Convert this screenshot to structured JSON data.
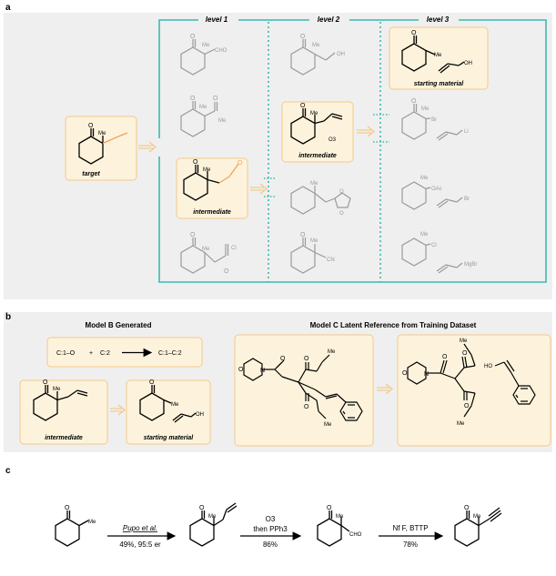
{
  "panel_a": {
    "letter": "a",
    "levels": [
      "level 1",
      "level 2",
      "level 3"
    ],
    "target_label": "target",
    "intermediate_label": "intermediate",
    "o3": "O3",
    "starting_material_label": "starting material",
    "atoms": {
      "O": "O",
      "Me": "Me",
      "CHO": "CHO",
      "OH": "OH",
      "Br": "Br",
      "Li": "Li",
      "OAc": "OAc",
      "Cl": "Cl",
      "CN": "CN",
      "MgBr": "MgBr"
    }
  },
  "panel_b": {
    "letter": "b",
    "title_left": "Model B Generated",
    "title_right": "Model C Latent Reference from Training Dataset",
    "formula": {
      "c1o": "C:1–O",
      "plus": "+",
      "c2": "C:2",
      "c1c2": "C:1–C:2"
    },
    "intermediate_label": "intermediate",
    "starting_material_label": "starting material",
    "atoms": {
      "O": "O",
      "N": "N",
      "Me": "Me",
      "HO": "HO",
      "OH": "OH"
    }
  },
  "panel_c": {
    "letter": "c",
    "step1": {
      "reagent": "Pupo et al.",
      "conditions": "49%, 95:5 er"
    },
    "step2": {
      "reagent_line1": "O3",
      "reagent_line2": "then PPh3",
      "yield": "86%"
    },
    "step3": {
      "reagent": "Nf F, BTTP",
      "yield": "78%"
    },
    "atoms": {
      "O": "O",
      "Me": "Me",
      "CHO": "CHO"
    }
  },
  "colors": {
    "teal": "#3fb8b0",
    "box_fill": "#fdf3dc",
    "box_stroke": "#f3c98a",
    "panel_bg": "#efefef",
    "grey": "#9a9a9a"
  }
}
